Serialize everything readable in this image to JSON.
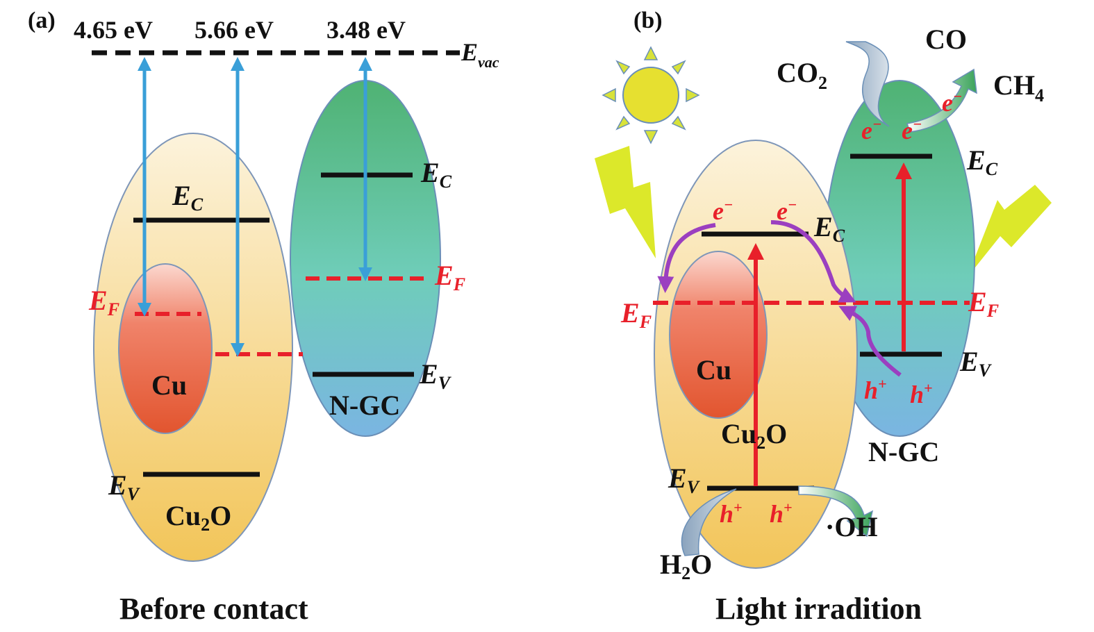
{
  "panel_a": {
    "label": "(a)",
    "energies": [
      "4.65 eV",
      "5.66 eV",
      "3.48 eV"
    ],
    "e_vac": {
      "symbol": "E",
      "sub": "vac"
    },
    "cu2o": {
      "ec": {
        "symbol": "E",
        "sub": "C"
      },
      "ev": {
        "symbol": "E",
        "sub": "V"
      },
      "ef": {
        "symbol": "E",
        "sub": "F"
      },
      "name": {
        "main": "Cu",
        "sub": "2",
        "tail": "O"
      }
    },
    "cu": {
      "name": "Cu"
    },
    "ngc": {
      "ec": {
        "symbol": "E",
        "sub": "C"
      },
      "ev": {
        "symbol": "E",
        "sub": "V"
      },
      "ef": {
        "symbol": "E",
        "sub": "F"
      },
      "name": "N-GC"
    },
    "caption": "Before contact"
  },
  "panel_b": {
    "label": "(b)",
    "co2": {
      "main": "CO",
      "sub": "2"
    },
    "co": "CO",
    "ch4": {
      "main": "CH",
      "sub": "4"
    },
    "electron": {
      "symbol": "e",
      "sup": "−"
    },
    "hole": {
      "symbol": "h",
      "sup": "+"
    },
    "cu2o": {
      "ec": {
        "symbol": "E",
        "sub": "C"
      },
      "ev": {
        "symbol": "E",
        "sub": "V"
      },
      "name": {
        "main": "Cu",
        "sub": "2",
        "tail": "O"
      }
    },
    "cu": {
      "name": "Cu"
    },
    "ngc": {
      "ec": {
        "symbol": "E",
        "sub": "C"
      },
      "ev": {
        "symbol": "E",
        "sub": "V"
      },
      "name": "N-GC"
    },
    "ef_left": {
      "symbol": "E",
      "sub": "F"
    },
    "ef_right": {
      "symbol": "E",
      "sub": "F"
    },
    "h2o": {
      "main": "H",
      "sub": "2",
      "tail": "O"
    },
    "oh": "·OH",
    "caption": "Light irradition"
  },
  "colors": {
    "blue_arrow": "#3a9fd8",
    "red_level": "#e8202a",
    "purple_path": "#9b3fc0",
    "cu2o_fill": "#f6d27a",
    "ngc_fill": "#5dbf8a",
    "cu_fill": "#e8604a"
  }
}
